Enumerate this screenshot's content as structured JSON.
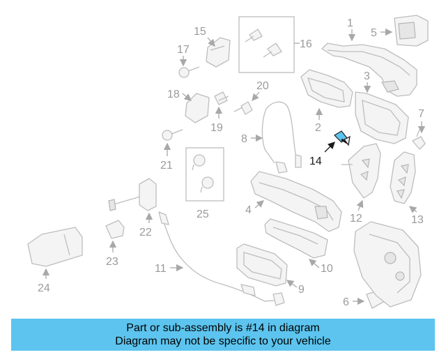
{
  "diagram": {
    "highlight_color": "#5cc4ee",
    "highlighted_part": "14",
    "callouts": [
      {
        "id": "1",
        "label": "1"
      },
      {
        "id": "2",
        "label": "2"
      },
      {
        "id": "3",
        "label": "3"
      },
      {
        "id": "4",
        "label": "4"
      },
      {
        "id": "5",
        "label": "5"
      },
      {
        "id": "6",
        "label": "6"
      },
      {
        "id": "7",
        "label": "7"
      },
      {
        "id": "8",
        "label": "8"
      },
      {
        "id": "9",
        "label": "9"
      },
      {
        "id": "10",
        "label": "10"
      },
      {
        "id": "11",
        "label": "11"
      },
      {
        "id": "12",
        "label": "12"
      },
      {
        "id": "13",
        "label": "13"
      },
      {
        "id": "14",
        "label": "14"
      },
      {
        "id": "15",
        "label": "15"
      },
      {
        "id": "16",
        "label": "16"
      },
      {
        "id": "17",
        "label": "17"
      },
      {
        "id": "18",
        "label": "18"
      },
      {
        "id": "19",
        "label": "19"
      },
      {
        "id": "20",
        "label": "20"
      },
      {
        "id": "21",
        "label": "21"
      },
      {
        "id": "22",
        "label": "22"
      },
      {
        "id": "23",
        "label": "23"
      },
      {
        "id": "24",
        "label": "24"
      },
      {
        "id": "25",
        "label": "25"
      }
    ]
  },
  "banner": {
    "line1": "Part or sub-assembly is #14 in diagram",
    "line2": "Diagram may not be specific to your vehicle",
    "background": "#5cc4ee"
  }
}
